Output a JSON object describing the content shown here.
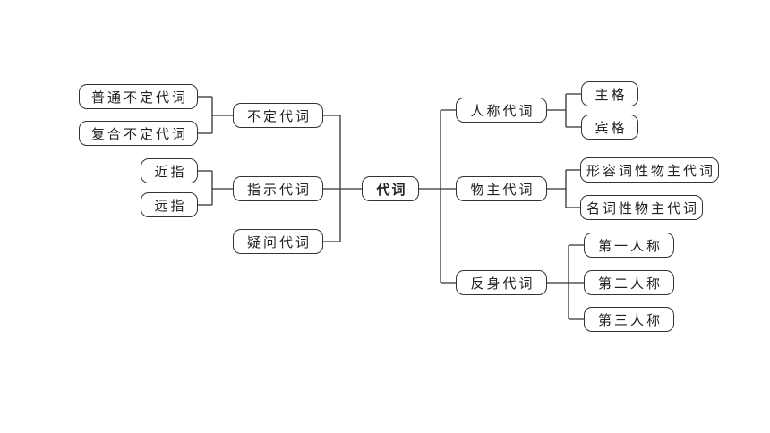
{
  "root": "代词",
  "left": [
    {
      "label": "不定代词",
      "children": [
        "普通不定代词",
        "复合不定代词"
      ]
    },
    {
      "label": "指示代词",
      "children": [
        "近指",
        "远指"
      ]
    },
    {
      "label": "疑问代词",
      "children": []
    }
  ],
  "right": [
    {
      "label": "人称代词",
      "children": [
        "主格",
        "宾格"
      ]
    },
    {
      "label": "物主代词",
      "children": [
        "形容词性物主代词",
        "名词性物主代词"
      ]
    },
    {
      "label": "反身代词",
      "children": [
        "第一人称",
        "第二人称",
        "第三人称"
      ]
    }
  ],
  "colors": {
    "line": "#333333",
    "border": "#333333",
    "text": "#222222"
  }
}
